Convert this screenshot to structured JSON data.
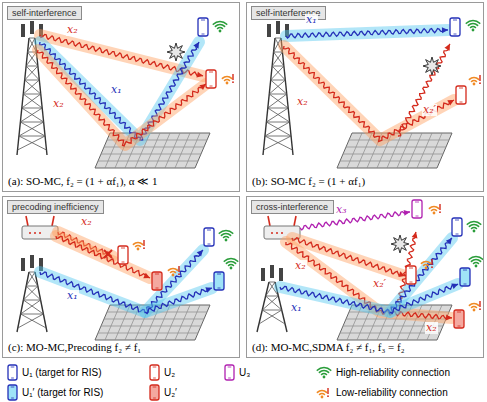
{
  "diagram": {
    "nodes": [
      {
        "text": [
          "(a): SO-MC, f₂ = (1 + αf₁), α ≪ 1"
        ]
      },
      {
        "text": [
          "self-interference"
        ],
        "in": 0
      },
      {
        "text": [
          "(b): SO-MC f₂ = (1 + αf₁)"
        ]
      },
      {
        "text": [
          "self-interference"
        ],
        "in": 2
      },
      {
        "text": [
          "(c): MO-MC,Precoding f₂ ≠ f₁"
        ]
      },
      {
        "text": [
          "precoding inefficiency"
        ],
        "in": 4
      },
      {
        "text": [
          "(d): MO-MC,SDMA f₂ ≠ f₁, f₃ = f₂"
        ]
      },
      {
        "text": [
          "cross-interference"
        ],
        "in": 6
      }
    ],
    "labels": [
      "x₂",
      "x₁",
      "x₂",
      "x₁",
      "x₂",
      "x₂′",
      "x₂",
      "x₁",
      "x₃",
      "x₂′",
      "x₂",
      "x₁",
      "x₂"
    ],
    "legend": [
      {
        "text": "U₁ (target for RIS)"
      },
      {
        "text": "U₂"
      },
      {
        "text": "U₃"
      },
      {
        "text": "High-reliability connection"
      },
      {
        "text": "U₁′ (target for RIS)"
      },
      {
        "text": "U₂′"
      },
      {
        "text": "Low-reliability connection"
      }
    ]
  }
}
